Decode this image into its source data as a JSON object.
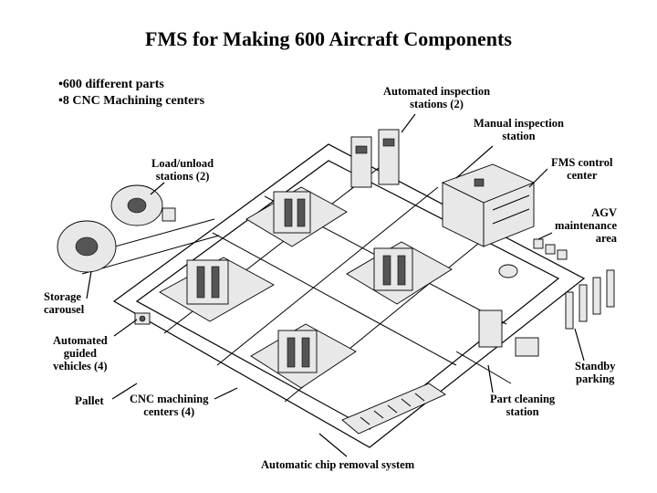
{
  "title": "FMS for Making 600 Aircraft Components",
  "bullets": [
    "•600 different parts",
    "•8 CNC Machining centers"
  ],
  "labels": {
    "automated_inspection": [
      "Automated inspection",
      "stations (2)"
    ],
    "manual_inspection": [
      "Manual inspection",
      "station"
    ],
    "fms_control": [
      "FMS control",
      "center"
    ],
    "agv_maintenance": [
      "AGV",
      "maintenance",
      "area"
    ],
    "load_unload": [
      "Load/unload",
      "stations (2)"
    ],
    "storage_carousel": [
      "Storage",
      "carousel"
    ],
    "agv": [
      "Automated",
      "guided",
      "vehicles (4)"
    ],
    "pallet": [
      "Pallet"
    ],
    "cnc_centers": [
      "CNC machining",
      "centers (4)"
    ],
    "chip_removal": [
      "Automatic chip removal system"
    ],
    "part_cleaning": [
      "Part cleaning",
      "station"
    ],
    "standby_parking": [
      "Standby",
      "parking"
    ]
  }
}
